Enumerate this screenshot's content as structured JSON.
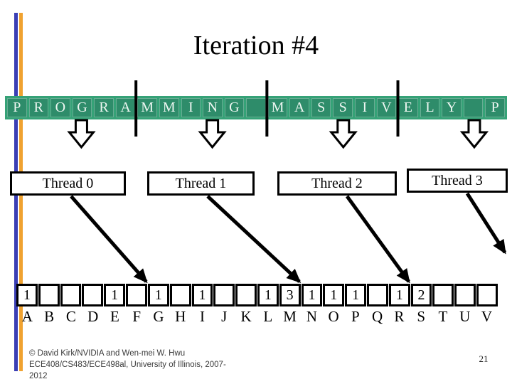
{
  "title": "Iteration #4",
  "page_number": "21",
  "footer": {
    "lines": [
      "© David Kirk/NVIDIA and Wen-mei W. Hwu",
      "ECE408/CS483/ECE498al, University of Illinois, 2007-",
      "2012"
    ]
  },
  "input_row": {
    "cells": [
      "P",
      "R",
      "O",
      "G",
      "R",
      "A",
      "M",
      "M",
      "I",
      "N",
      "G",
      "",
      "M",
      "A",
      "S",
      "S",
      "I",
      "V",
      "E",
      "L",
      "Y",
      "",
      "P"
    ],
    "section_boundaries": [
      6,
      12,
      18
    ],
    "active_cell_indices": [
      3,
      9,
      15,
      21
    ]
  },
  "threads": [
    {
      "label": "Thread 0",
      "target_bin": "G"
    },
    {
      "label": "Thread 1",
      "target_bin": "N"
    },
    {
      "label": "Thread 2",
      "target_bin": "S"
    },
    {
      "label": "Thread 3",
      "target_bin": null
    }
  ],
  "histogram": {
    "bins": [
      "A",
      "B",
      "C",
      "D",
      "E",
      "F",
      "G",
      "H",
      "I",
      "J",
      "K",
      "L",
      "M",
      "N",
      "O",
      "P",
      "Q",
      "R",
      "S",
      "T",
      "U",
      "V"
    ],
    "values": [
      "1",
      "",
      "",
      "",
      "1",
      "",
      "1",
      "",
      "1",
      "",
      "",
      "1",
      "3",
      "1",
      "1",
      "1",
      "",
      "1",
      "2",
      "",
      "",
      ""
    ]
  },
  "colors": {
    "band_green": "#35a277",
    "cell_green": "#2e8c6a",
    "stripe_blue": "#3b3fb5",
    "stripe_orange": "#f0a230"
  }
}
